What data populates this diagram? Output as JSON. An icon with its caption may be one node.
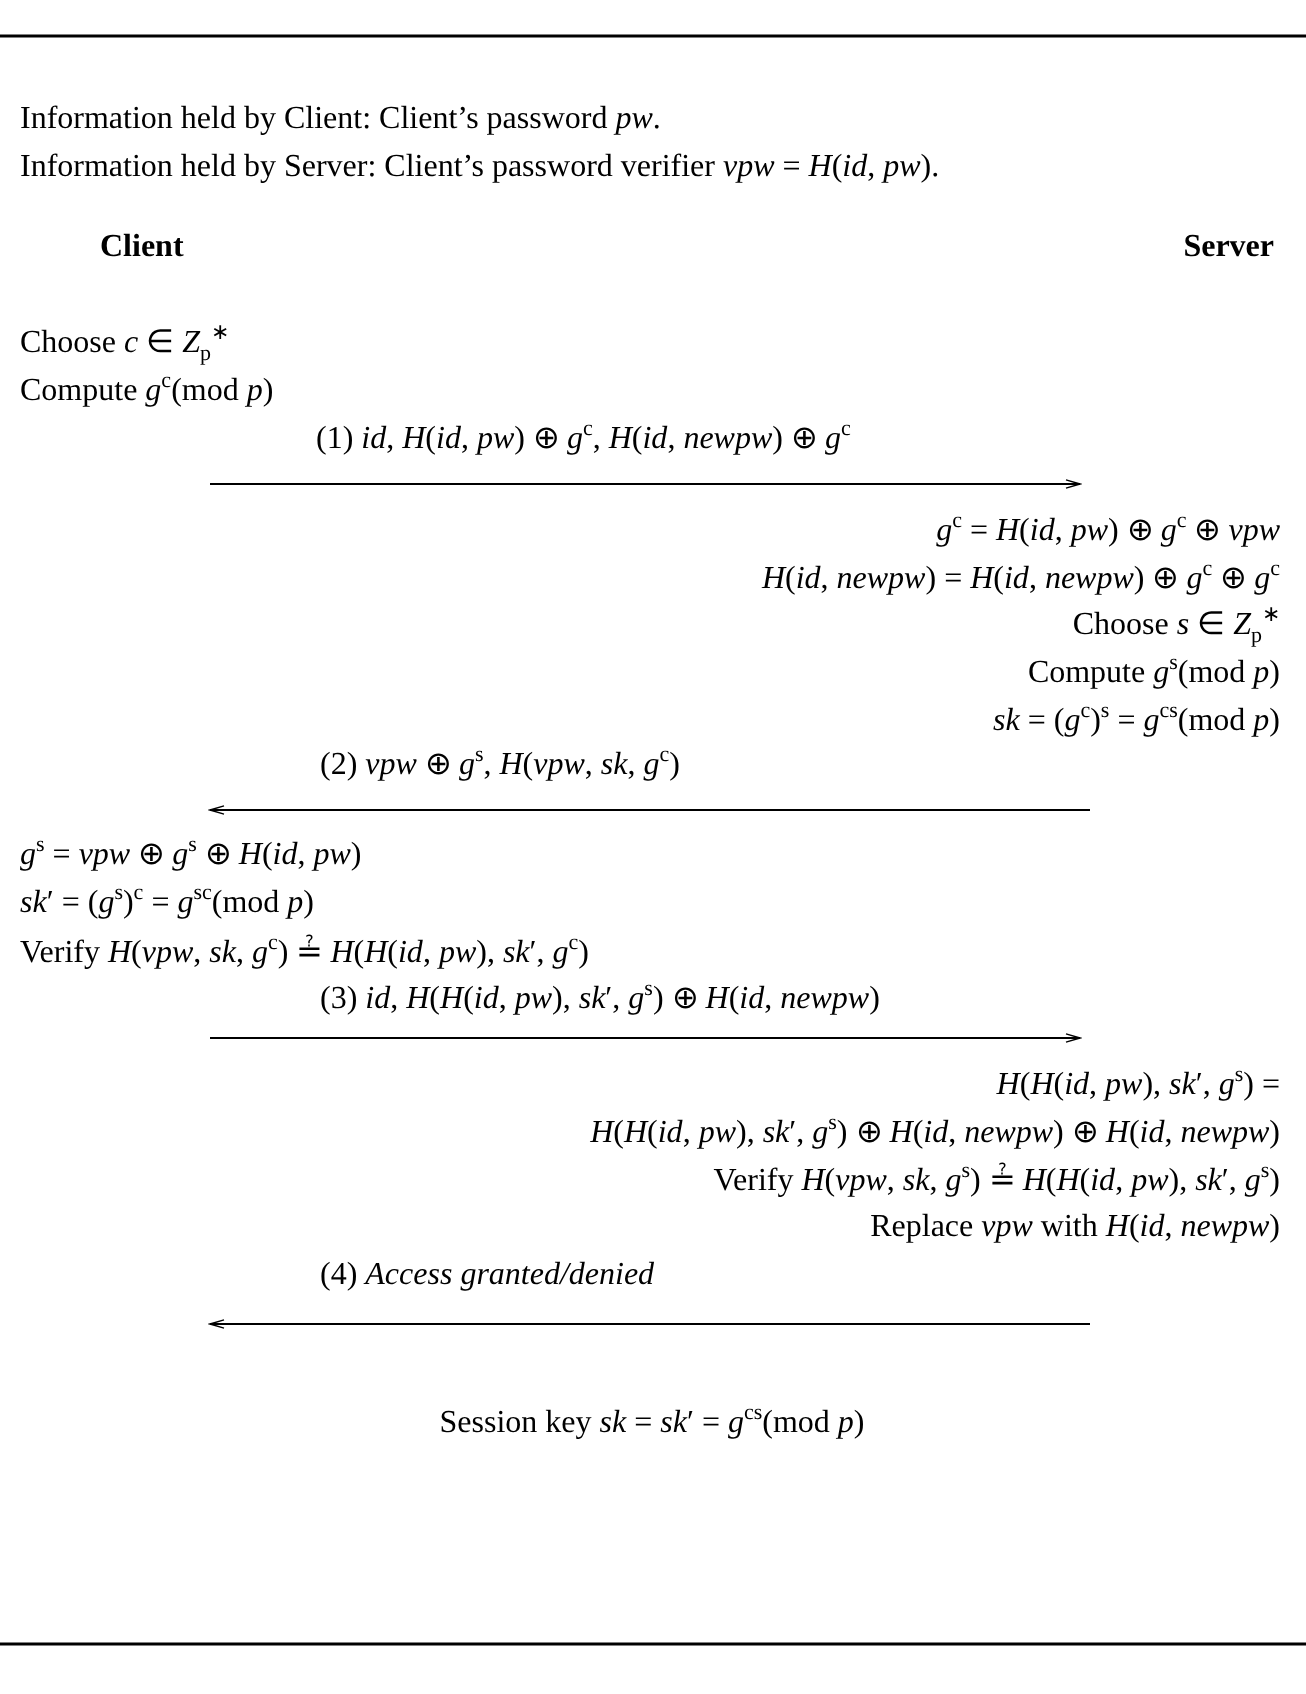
{
  "diagram": {
    "labels": [
      "Information held by Client: Client’s password *pw*.",
      "Information held by Server: Client’s password verifier *vpw* = *H*(*id*, *pw*).",
      "Client",
      "Server",
      "Choose *c* ∈ *Z*$_{p}$$^{∗}$",
      "Compute *g*$^{c}$(mod *p*)",
      "(1) *id*, *H*(*id*, *pw*) ⊕ *g*$^{c}$, *H*(*id*, *newpw*) ⊕ *g*$^{c}$",
      "*g*$^{c}$ = *H*(*id*, *pw*) ⊕ *g*$^{c}$ ⊕ *vpw*",
      "*H*(*id*, *newpw*) = *H*(*id*, *newpw*) ⊕ *g*$^{c}$ ⊕ *g*$^{c}$",
      "Choose *s* ∈ *Z*$_{p}$$^{∗}$",
      "Compute *g*$^{s}$(mod *p*)",
      "*sk* = (*g*$^{c}$)$^{s}$ = *g*$^{cs}$(mod *p*)",
      "(2) *vpw* ⊕ *g*$^{s}$,  *H*(*vpw*, *sk*, *g*$^{c}$)",
      "*g*$^{s}$ = *vpw* ⊕ *g*$^{s}$ ⊕ *H*(*id*, *pw*)",
      "*sk*′ = (*g*$^{s}$)$^{c}$ = *g*$^{sc}$(mod *p*)",
      "Verify *H*(*vpw*, *sk*, *g*$^{c}$) ≟ *H*(*H*(*id*, *pw*), *sk*′, *g*$^{c}$)",
      "(3) *id*, *H*(*H*(*id*, *pw*), *sk*′, *g*$^{s}$) ⊕ *H*(*id*, *newpw*)",
      "*H*(*H*(*id*, *pw*), *sk*′, *g*$^{s}$) =",
      "*H*(*H*(*id*, *pw*), *sk*′, *g*$^{s}$) ⊕ *H*(*id*, *newpw*) ⊕ *H*(*id*, *newpw*)",
      "Verify *H*(*vpw*, *sk*, *g*$^{s}$) ≟ *H*(*H*(*id*, *pw*), *sk*′, *g*$^{s}$)",
      "Replace *vpw* with *H*(*id*, *newpw*)",
      "(4) *Access granted/denied*",
      "Session key *sk* = *sk*′ = *g*$^{cs}$(mod *p*)"
    ]
  }
}
